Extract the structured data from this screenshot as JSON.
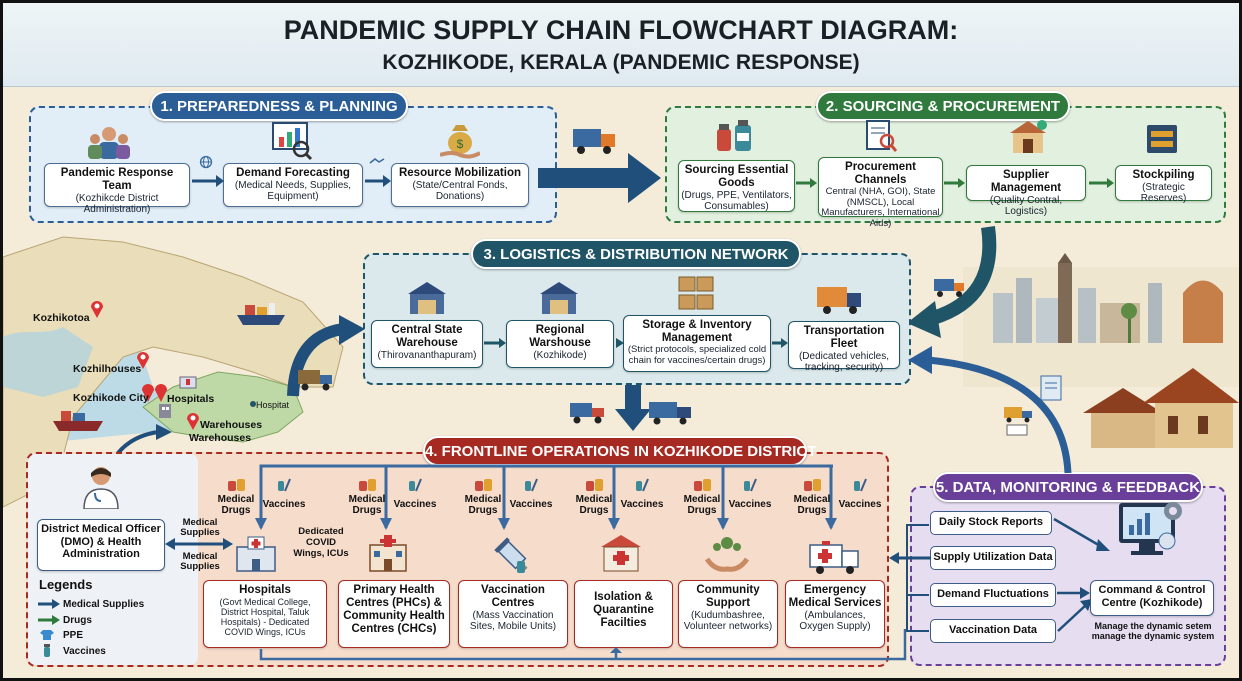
{
  "title": {
    "line1": "PANDEMIC SUPPLY CHAIN FLOWCHART DIAGRAM:",
    "line2": "KOZHIKODE, KERALA (PANDEMIC RESPONSE)"
  },
  "colors": {
    "preparedness": "#2b5d97",
    "sourcing": "#2f7a3c",
    "logistics": "#1f5566",
    "frontline": "#a62a22",
    "data": "#6a3f9a",
    "arrow": "#1f4f7a"
  },
  "sections": {
    "preparedness": {
      "heading": "1. PREPAREDNESS & PLANNING",
      "boxes": [
        {
          "title": "Pandemic Response Team",
          "sub": "(Kozhikcde District Administration)"
        },
        {
          "title": "Demand Forecasting",
          "sub": "(Medical Needs, Supplies, Equipment)"
        },
        {
          "title": "Resource Mobilization",
          "sub": "(State/Central Fonds, Donations)"
        }
      ]
    },
    "sourcing": {
      "heading": "2. SOURCING & PROCUREMENT",
      "boxes": [
        {
          "title": "Sourcing Essential Goods",
          "sub": "(Drugs, PPE, Ventilators, Consumables)"
        },
        {
          "title": "Procurement Channels",
          "sub": "Central (NHA, GOI), State (NMSCL), Local Manufacturers, International Aids)"
        },
        {
          "title": "Supplier Management",
          "sub": "(Quality Contral, Logistics)"
        },
        {
          "title": "Stockpiling",
          "sub": "(Strategic Reserves)"
        }
      ]
    },
    "logistics": {
      "heading": "3. LOGISTICS & DISTRIBUTION NETWORK",
      "boxes": [
        {
          "title": "Central State Warehouse",
          "sub": "(Thirovananthapuram)"
        },
        {
          "title": "Regional Warshouse",
          "sub": "(Kozhikode)"
        },
        {
          "title": "Storage & Inventory Management",
          "sub": "(Strict protocols, specialized cold chain for vaccines/certain drugs)"
        },
        {
          "title": "Transportation Fleet",
          "sub": "(Dedicated vehicles, tracking, security)"
        }
      ]
    },
    "frontline": {
      "heading": "4. FRONTLINE OPERATIONS IN KOZHIKODE DISTRICT",
      "dmo": "District Medical Officer (DMO) & Health Administration",
      "supply_labels": [
        "Medical Supplies",
        "Medical Supplies"
      ],
      "dedicated": "Dedicated COVID Wings, ICUs",
      "drugs_label": "Medical Drugs",
      "vaccines_label": "Vaccines",
      "facilities": [
        {
          "title": "Hospitals",
          "sub": "(Govt Medical College, District Hospital, Taluk Hospitals) - Dedicated COVID Wings, ICUs"
        },
        {
          "title": "Primary Health Centres (PHCs) & Community Health Centres (CHCs)",
          "sub": ""
        },
        {
          "title": "Vaccination Centres",
          "sub": "(Mass Vaccination Sites, Mobile Units)"
        },
        {
          "title": "Isolation & Quarantine Facilties",
          "sub": ""
        },
        {
          "title": "Community Support",
          "sub": "(Kudumbashree, Volunteer networks)"
        },
        {
          "title": "Emergency Medical Services",
          "sub": "(Ambulances, Oxygen Supply)"
        }
      ]
    },
    "data": {
      "heading": "5. DATA, MONITORING & FEEDBACK",
      "items": [
        "Daily Stock Reports",
        "Supply Utilization Data",
        "Demand Fluctuations",
        "Vaccination Data"
      ],
      "centre": "Command & Control Centre (Kozhikode)",
      "note": [
        "Manage the dynamic setem",
        "manage the dynamic system"
      ]
    }
  },
  "map": {
    "labels": [
      "Kozhikotoa",
      "Kozhilhouses",
      "Kozhikode City",
      "Hospitals",
      "Hospitat",
      "Warehouses",
      "Warehouses"
    ]
  },
  "legend": {
    "title": "Legends",
    "items": [
      {
        "label": "Medical Supplies",
        "icon": "arrow-blue"
      },
      {
        "label": "Drugs",
        "icon": "arrow-green"
      },
      {
        "label": "PPE",
        "icon": "shirt-icon"
      },
      {
        "label": "Vaccines",
        "icon": "vial-icon"
      }
    ]
  }
}
